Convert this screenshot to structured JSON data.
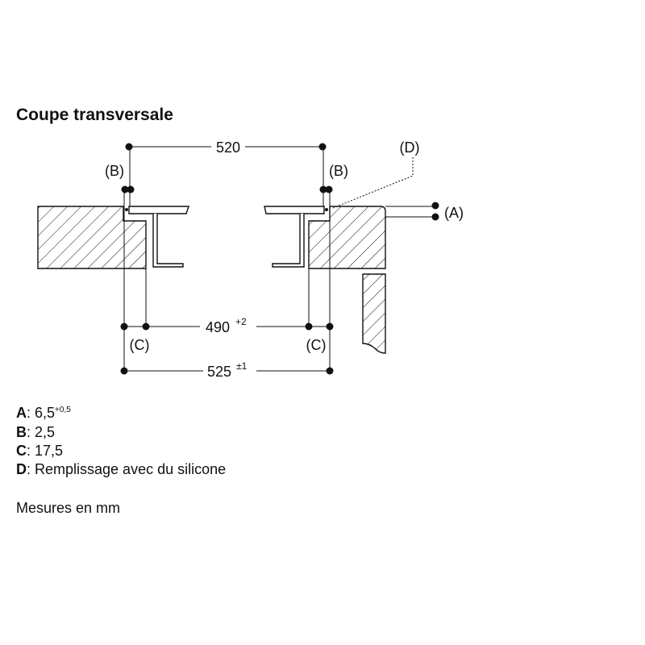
{
  "title": "Coupe transversale",
  "diagram": {
    "dim_top": "520",
    "dim_middle": "490",
    "dim_middle_tol": "+2",
    "dim_bottom": "525",
    "dim_bottom_tol": "±1",
    "label_A": "(A)",
    "label_B": "(B)",
    "label_C": "(C)",
    "label_D": "(D)"
  },
  "legend": [
    {
      "key": "A",
      "value": "6,5",
      "tol": "+0,5"
    },
    {
      "key": "B",
      "value": "2,5"
    },
    {
      "key": "C",
      "value": "17,5"
    },
    {
      "key": "D",
      "value": "Remplissage avec du silicone"
    }
  ],
  "units_note": "Mesures en mm",
  "colors": {
    "ink": "#111111",
    "background": "#ffffff"
  }
}
